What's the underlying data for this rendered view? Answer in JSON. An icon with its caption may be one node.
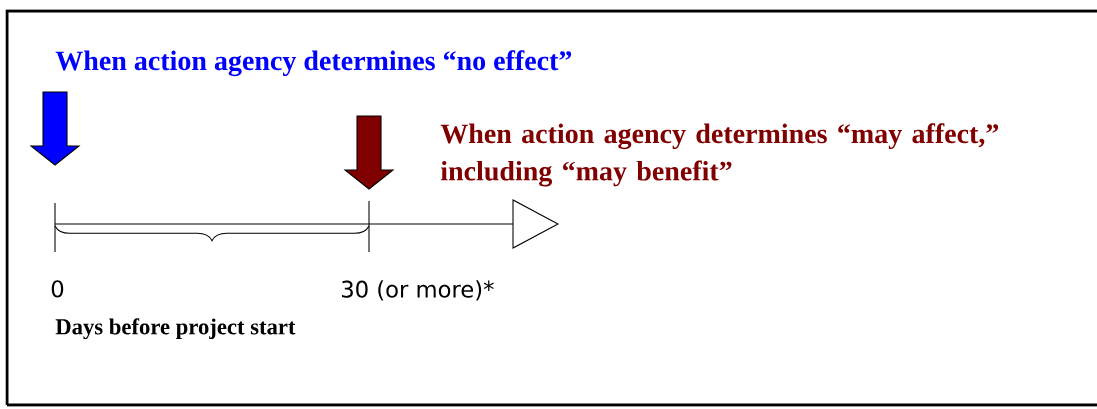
{
  "diagram": {
    "labels": [
      "When action agency determines “no effect”",
      "When action agency determines “may affect,” including “may benefit”",
      "0",
      "30 (or more)*",
      "Days before project start"
    ]
  }
}
